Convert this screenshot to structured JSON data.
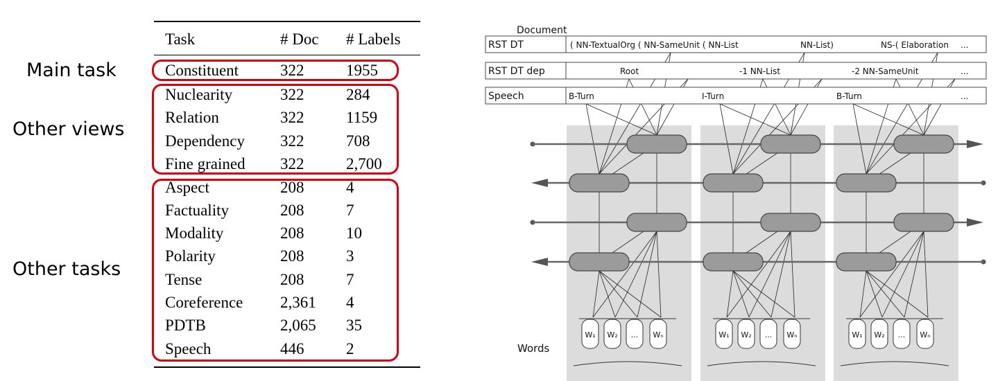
{
  "table": {
    "headers": {
      "task": "Task",
      "doc": "# Doc",
      "labels": "# Labels"
    },
    "groups": {
      "main": "Main task",
      "views": "Other views",
      "tasks": "Other tasks"
    },
    "rows": [
      {
        "task": "Constituent",
        "doc": "322",
        "labels": "1955"
      },
      {
        "task": "Nuclearity",
        "doc": "322",
        "labels": "284"
      },
      {
        "task": "Relation",
        "doc": "322",
        "labels": "1159"
      },
      {
        "task": "Dependency",
        "doc": "322",
        "labels": "708"
      },
      {
        "task": "Fine grained",
        "doc": "322",
        "labels": "2,700"
      },
      {
        "task": "Aspect",
        "doc": "208",
        "labels": "4"
      },
      {
        "task": "Factuality",
        "doc": "208",
        "labels": "7"
      },
      {
        "task": "Modality",
        "doc": "208",
        "labels": "10"
      },
      {
        "task": "Polarity",
        "doc": "208",
        "labels": "3"
      },
      {
        "task": "Tense",
        "doc": "208",
        "labels": "7"
      },
      {
        "task": "Coreference",
        "doc": "2,361",
        "labels": "4"
      },
      {
        "task": "PDTB",
        "doc": "2,065",
        "labels": "35"
      },
      {
        "task": "Speech",
        "doc": "446",
        "labels": "2"
      }
    ],
    "highlight_color": "#d9000d"
  },
  "diagram": {
    "document_label": "Document",
    "rows": [
      {
        "name": "RST DT",
        "tags": [
          "( NN-TextualOrg ( NN-SameUnit ( NN-List",
          "NN-List)",
          "NS-( Elaboration",
          "..."
        ]
      },
      {
        "name": "RST DT dep",
        "tags": [
          "Root",
          "-1 NN-List",
          "-2 NN-SameUnit",
          "..."
        ]
      },
      {
        "name": "Speech",
        "tags": [
          "B-Turn",
          "I-Turn",
          "B-Turn",
          "..."
        ]
      }
    ],
    "words_label": "Words",
    "word_tokens": [
      "W₁",
      "W₂",
      "...",
      "Wₙ"
    ]
  }
}
